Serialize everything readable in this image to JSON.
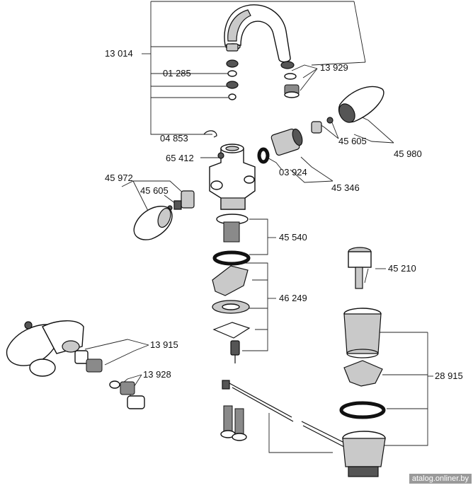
{
  "labels": {
    "l13014": "13 014",
    "l01285": "01 285",
    "l13929": "13 929",
    "l04853": "04 853",
    "l65412": "65 412",
    "l45605a": "45 605",
    "l45980": "45 980",
    "l03924": "03 924",
    "l45346": "45 346",
    "l45972": "45 972",
    "l45605b": "45 605",
    "l45540": "45 540",
    "l45210": "45 210",
    "l46249": "46 249",
    "l13915": "13 915",
    "l13928": "13 928",
    "l28915": "28 915"
  },
  "watermark": "atalog.onliner.by"
}
